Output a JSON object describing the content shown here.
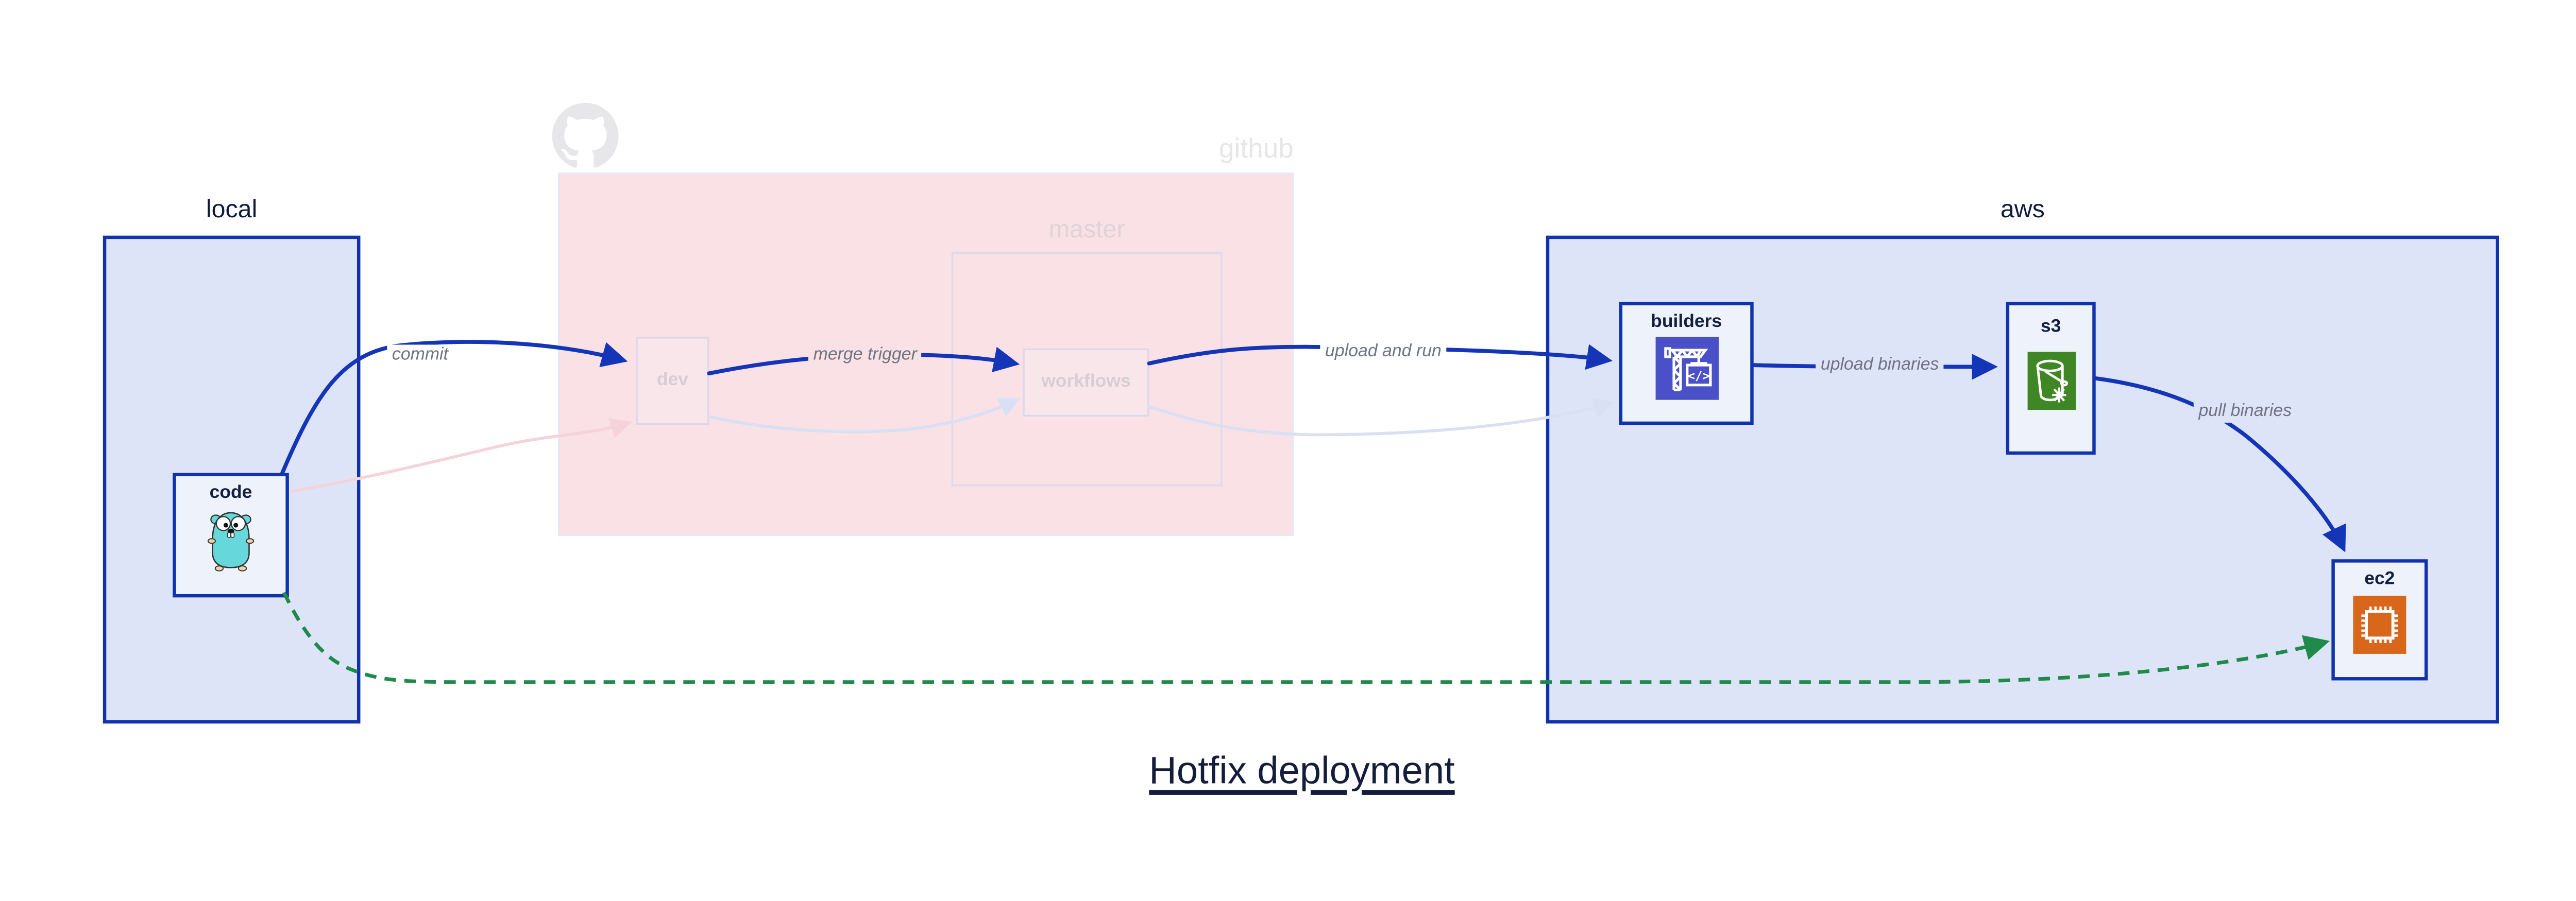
{
  "title": "Hotfix deployment",
  "containers": {
    "local": {
      "label": "local"
    },
    "github": {
      "label": "github"
    },
    "master": {
      "label": "master"
    },
    "aws": {
      "label": "aws"
    }
  },
  "nodes": {
    "code": {
      "label": "code",
      "icon": "go-gopher-icon"
    },
    "dev": {
      "label": "dev"
    },
    "workflows": {
      "label": "workflows"
    },
    "builders": {
      "label": "builders",
      "icon": "codebuild-crane-icon"
    },
    "s3": {
      "label": "s3",
      "icon": "s3-bucket-icon"
    },
    "ec2": {
      "label": "ec2",
      "icon": "ec2-chip-icon"
    }
  },
  "edges": [
    {
      "from": "code",
      "to": "dev",
      "label": "commit",
      "style": "solid-blue"
    },
    {
      "from": "dev",
      "to": "workflows",
      "label": "merge trigger",
      "style": "solid-blue"
    },
    {
      "from": "workflows",
      "to": "builders",
      "label": "upload and run",
      "style": "solid-blue"
    },
    {
      "from": "builders",
      "to": "s3",
      "label": "upload binaries",
      "style": "solid-blue"
    },
    {
      "from": "s3",
      "to": "ec2",
      "label": "pull binaries",
      "style": "solid-blue"
    },
    {
      "from": "code",
      "to": "ec2",
      "label": "",
      "style": "dashed-green"
    },
    {
      "from": "code",
      "to": "dev",
      "label": "",
      "style": "faded-pink"
    },
    {
      "from": "dev",
      "to": "workflows",
      "label": "",
      "style": "faded-lavender"
    },
    {
      "from": "workflows",
      "to": "builders",
      "label": "",
      "style": "faded-lavender"
    }
  ],
  "colors": {
    "active_blue": "#1435b8",
    "border_blue": "#1033ad",
    "container_fill": "#dde4f8",
    "node_fill": "#eef2fb",
    "github_fill": "#f9e1e5",
    "faded_pink_edge": "#f4d3da",
    "faded_lavender_edge": "#d9e0f5",
    "hotfix_green": "#1f8a4a",
    "codebuild_purple": "#4a50c8",
    "s3_green": "#3f8624",
    "ec2_orange": "#d9671b",
    "gopher_teal": "#66d7da"
  }
}
